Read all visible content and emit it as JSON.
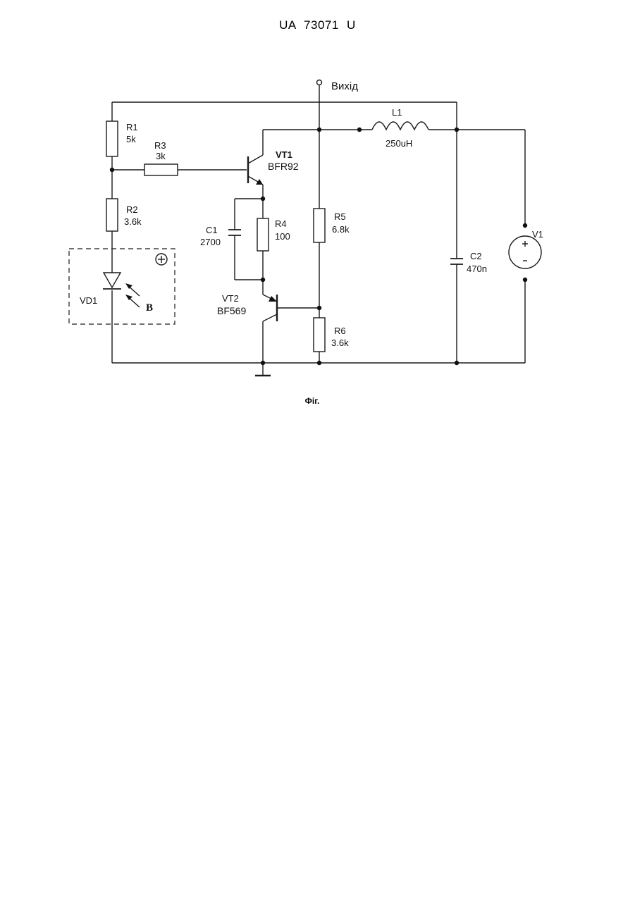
{
  "header": {
    "patent_number": "UA   73071   U"
  },
  "figure": {
    "output_label": "Вихід",
    "plus_symbol": "⊕",
    "components": {
      "R1": {
        "ref": "R1",
        "value": "5k"
      },
      "R2": {
        "ref": "R2",
        "value": "3.6k"
      },
      "R3": {
        "ref": "R3",
        "value": "3k"
      },
      "R4": {
        "ref": "R4",
        "value": "100"
      },
      "R5": {
        "ref": "R5",
        "value": "6.8k"
      },
      "R6": {
        "ref": "R6",
        "value": "3.6k"
      },
      "C1": {
        "ref": "C1",
        "value": "2700"
      },
      "C2": {
        "ref": "C2",
        "value": "470n"
      },
      "L1": {
        "ref": "L1",
        "value": "250uH"
      },
      "VT1": {
        "ref": "VT1",
        "value": "BFR92"
      },
      "VT2": {
        "ref": "VT2",
        "value": "BF569"
      },
      "VD1": {
        "ref": "VD1"
      },
      "V1": {
        "ref": "V1"
      }
    },
    "light_label": "B",
    "caption": "Фіг."
  }
}
